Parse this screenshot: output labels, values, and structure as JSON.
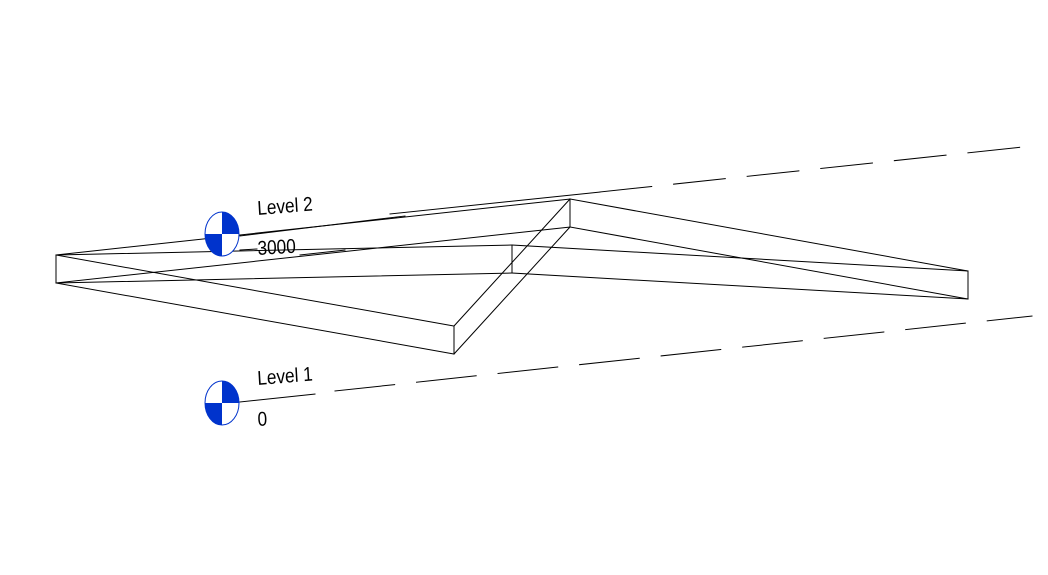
{
  "view": {
    "type": "3D view",
    "background": "#ffffff",
    "line_color": "#000000",
    "level_head_color": "#0033cc"
  },
  "levels": [
    {
      "name": "Level 2",
      "elevation": "3000",
      "head_icon": "level-head-icon"
    },
    {
      "name": "Level 1",
      "elevation": "0",
      "head_icon": "level-head-icon"
    }
  ],
  "model": {
    "element": "floor-slab",
    "display": "wireframe"
  }
}
